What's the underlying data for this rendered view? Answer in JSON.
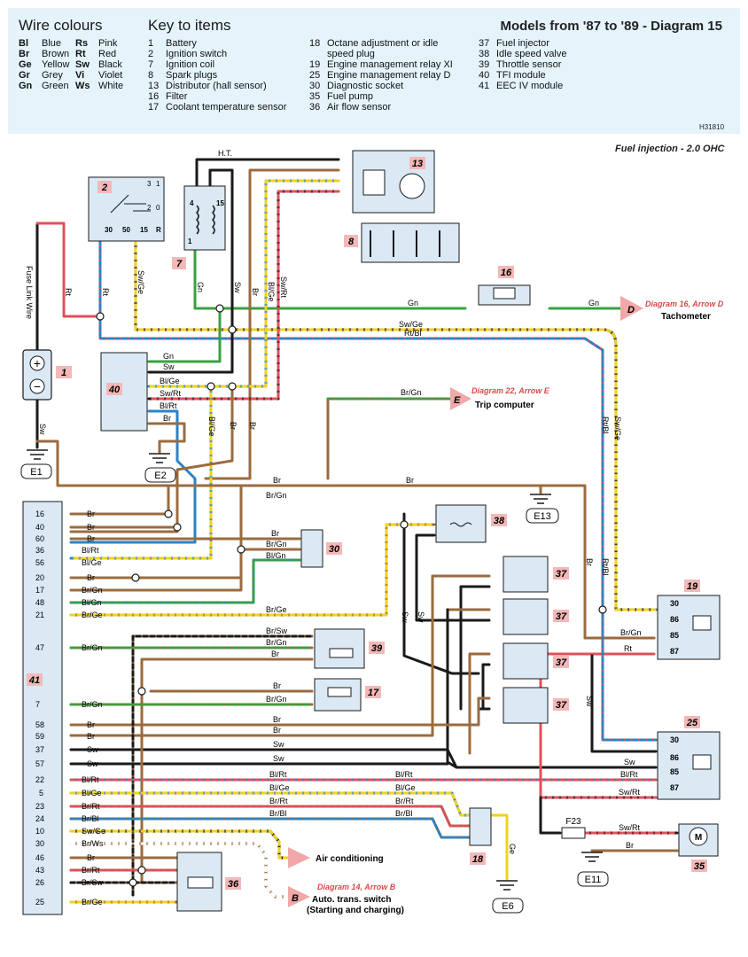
{
  "header": {
    "wire_colours_title": "Wire colours",
    "key_title": "Key to items",
    "diagram_title": "Models from '87 to '89 - Diagram 15",
    "code": "H31810",
    "subtitle": "Fuel injection - 2.0 OHC",
    "colours": [
      {
        "a": "Bl",
        "n": "Blue",
        "a2": "Rs",
        "n2": "Pink"
      },
      {
        "a": "Br",
        "n": "Brown",
        "a2": "Rt",
        "n2": "Red"
      },
      {
        "a": "Ge",
        "n": "Yellow",
        "a2": "Sw",
        "n2": "Black"
      },
      {
        "a": "Gr",
        "n": "Grey",
        "a2": "Vi",
        "n2": "Violet"
      },
      {
        "a": "Gn",
        "n": "Green",
        "a2": "Ws",
        "n2": "White"
      }
    ],
    "key_col1": [
      {
        "n": "1",
        "t": "Battery"
      },
      {
        "n": "2",
        "t": "Ignition switch"
      },
      {
        "n": "7",
        "t": "Ignition coil"
      },
      {
        "n": "8",
        "t": "Spark plugs"
      },
      {
        "n": "13",
        "t": "Distributor (hall sensor)"
      },
      {
        "n": "16",
        "t": "Filter"
      },
      {
        "n": "17",
        "t": "Coolant temperature sensor"
      }
    ],
    "key_col2": [
      {
        "n": "18",
        "t": "Octane adjustment or idle"
      },
      {
        "n": "",
        "t": "speed plug"
      },
      {
        "n": "19",
        "t": "Engine management relay XI"
      },
      {
        "n": "25",
        "t": "Engine management relay D"
      },
      {
        "n": "30",
        "t": "Diagnostic socket"
      },
      {
        "n": "35",
        "t": "Fuel pump"
      },
      {
        "n": "36",
        "t": "Air flow sensor"
      }
    ],
    "key_col3": [
      {
        "n": "37",
        "t": "Fuel injector"
      },
      {
        "n": "38",
        "t": "Idle speed valve"
      },
      {
        "n": "39",
        "t": "Throttle sensor"
      },
      {
        "n": "40",
        "t": "TFI module"
      },
      {
        "n": "41",
        "t": "EEC IV module"
      }
    ]
  },
  "colors": {
    "black": "#1a1a1a",
    "brown": "#9a6b3f",
    "green": "#3aa040",
    "blue": "#2a83c6",
    "red": "#e0505a",
    "yellow": "#f2d21a",
    "pink_tag": "#f3b8b8",
    "box_fill": "#dbe9f5",
    "arrow": "#f0a8a8"
  },
  "components": {
    "c1": "1",
    "c2": "2",
    "c7": "7",
    "c8": "8",
    "c13": "13",
    "c16": "16",
    "c17": "17",
    "c18": "18",
    "c19": "19",
    "c25": "25",
    "c30": "30",
    "c35": "35",
    "c36": "36",
    "c37a": "37",
    "c37b": "37",
    "c37c": "37",
    "c37d": "37",
    "c38": "38",
    "c39": "39",
    "c40": "40",
    "c41": "41"
  },
  "grounds": {
    "e1": "E1",
    "e2": "E2",
    "e6": "E6",
    "e11": "E11",
    "e13": "E13"
  },
  "fuse": "F23",
  "fuse_link": "Fuse Link Wire",
  "switch_terms": {
    "t30": "30",
    "t50": "50",
    "t15": "15",
    "tr": "R",
    "s3": "3",
    "s1": "1",
    "s2": "2",
    "s0": "0"
  },
  "coil_terms": {
    "t4": "4",
    "t15": "15",
    "t1": "1"
  },
  "relay19_terms": {
    "t30": "30",
    "t86": "86",
    "t85": "85",
    "t87": "87"
  },
  "relay25_terms": {
    "t30": "30",
    "t86": "86",
    "t85": "85",
    "t87": "87"
  },
  "wires": {
    "ht": "H.T.",
    "rt1": "Rt",
    "rt2": "Rt",
    "swge1": "Sw/Ge",
    "gn1": "Gn",
    "sw1": "Sw",
    "br1": "Br",
    "blge1": "Bl/Ge",
    "swrt1": "Sw/Rt",
    "gn_tach1": "Gn",
    "gn_tach2": "Gn",
    "swge2": "Sw/Ge",
    "rtbl1": "Rt/Bl",
    "t40_gn": "Gn",
    "t40_sw": "Sw",
    "t40_blge": "Bl/Ge",
    "t40_swrt": "Sw/Rt",
    "t40_blrt": "Bl/Rt",
    "t40_br": "Br",
    "v_blge": "Bl/Ge",
    "v_br1": "Br",
    "v_br2": "Br",
    "brgn_trip": "Br/Gn",
    "sw_batt": "Sw",
    "br_e13": "Br",
    "br_mid": "Br",
    "brgn_mid": "Br/Gn",
    "rtbl_v": "Rt/Bl",
    "swge_v": "Sw/Ge",
    "br_v": "Br",
    "rtbl_v2": "Rt/Bl",
    "sw_v": "Sw",
    "d30_br": "Br",
    "d30_brgn": "Br/Gn",
    "d30_blgn": "Bl/Gn",
    "brge21": "Br/Ge",
    "sw38": "Sw",
    "sw38b": "Sw",
    "r19_brgn": "Br/Gn",
    "r19_rt": "Rt",
    "t39_brsw": "Br/Sw",
    "t39_brgn": "Br/Gn",
    "t39_br": "Br",
    "t17_br": "Br",
    "t17_brgn": "Br/Gn",
    "r58": "Br",
    "r59": "Br",
    "r37": "Sw",
    "r57": "Sw",
    "r57b": "Sw",
    "r22": "Bl/Rt",
    "r5": "Bl/Ge",
    "r23": "Br/Rt",
    "r24": "Br/Bl",
    "r22b": "Bl/Rt",
    "r5b": "Bl/Ge",
    "r23b": "Br/Rt",
    "r24b": "Br/Bl",
    "r25_swrt": "Sw/Rt",
    "r25_blrt": "Bl/Rt",
    "p35_swrt": "Sw/Rt",
    "p35_br": "Br",
    "ge18": "Ge"
  },
  "pins41": [
    {
      "n": "16",
      "w": "Br"
    },
    {
      "n": "40",
      "w": "Br"
    },
    {
      "n": "60",
      "w": "Br"
    },
    {
      "n": "36",
      "w": "Bl/Rt"
    },
    {
      "n": "56",
      "w": "Bl/Ge"
    },
    {
      "n": "20",
      "w": "Br"
    },
    {
      "n": "17",
      "w": "Br/Gn"
    },
    {
      "n": "48",
      "w": "Bl/Gn"
    },
    {
      "n": "21",
      "w": "Br/Ge"
    },
    {
      "n": "47",
      "w": "Br/Gn"
    },
    {
      "n": "7",
      "w": "Br/Gn"
    },
    {
      "n": "58",
      "w": "Br"
    },
    {
      "n": "59",
      "w": "Br"
    },
    {
      "n": "37",
      "w": "Sw"
    },
    {
      "n": "57",
      "w": "Sw"
    },
    {
      "n": "22",
      "w": "Bl/Rt"
    },
    {
      "n": "5",
      "w": "Bl/Ge"
    },
    {
      "n": "23",
      "w": "Br/Rt"
    },
    {
      "n": "24",
      "w": "Br/Bl"
    },
    {
      "n": "10",
      "w": "Sw/Ge"
    },
    {
      "n": "30",
      "w": "Br/Ws"
    },
    {
      "n": "46",
      "w": "Br"
    },
    {
      "n": "43",
      "w": "Br/Rt"
    },
    {
      "n": "26",
      "w": "Br/Sw"
    },
    {
      "n": "25",
      "w": "Br/Ge"
    }
  ],
  "refs": {
    "tach_arrow": "D",
    "tach_ref": "Diagram 16, Arrow D",
    "tach_label": "Tachometer",
    "trip_arrow": "E",
    "trip_ref": "Diagram 22, Arrow E",
    "trip_label": "Trip computer",
    "ac_label": "Air conditioning",
    "auto_arrow": "B",
    "auto_ref": "Diagram 14, Arrow B",
    "auto_label1": "Auto. trans. switch",
    "auto_label2": "(Starting and charging)"
  }
}
